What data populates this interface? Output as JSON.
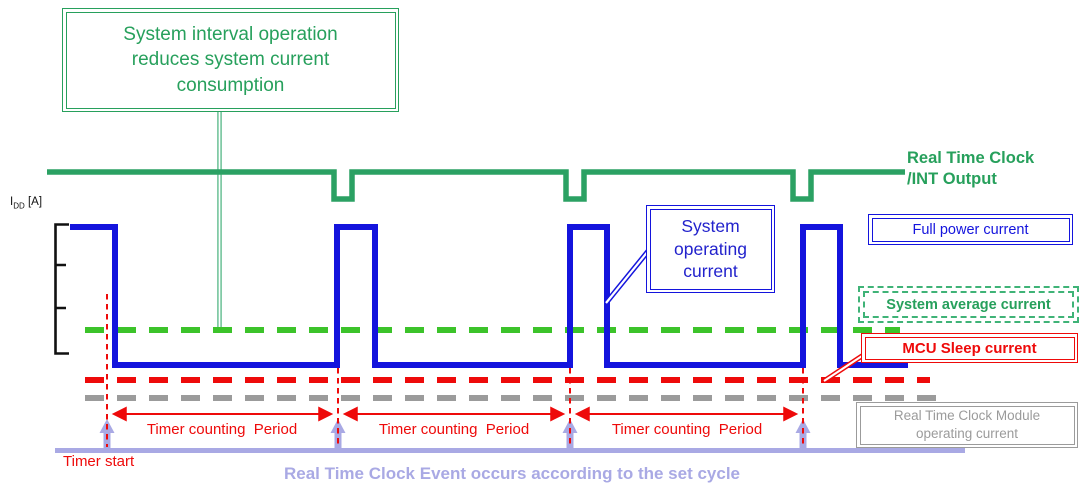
{
  "colors": {
    "rtc_green": "#27a05c",
    "average_green": "#3cc32a",
    "waveform_blue": "#1414dd",
    "alert_red": "#ee0a0a",
    "module_gray": "#9b9b9b",
    "event_lavender": "#a9a9e4"
  },
  "y_axis": {
    "symbol": "I",
    "subscript": "DD",
    "unit": "[A]"
  },
  "callout_interval": {
    "lines": [
      "System interval operation",
      "reduces system current",
      "consumption"
    ]
  },
  "callout_operating": {
    "lines": [
      "System",
      "operating",
      "current"
    ]
  },
  "rtc_output_label": {
    "lines": [
      "Real Time Clock",
      "/INT Output"
    ]
  },
  "legend": {
    "full_power": {
      "label": "Full power current"
    },
    "system_average": {
      "label": "System average current"
    },
    "mcu_sleep": {
      "label": "MCU Sleep current"
    },
    "rtc_module": {
      "lines": [
        "Real Time Clock Module",
        "operating current"
      ]
    }
  },
  "timeline": {
    "timer_start": "Timer start",
    "period_label": "Timer counting  Period",
    "caption": "Real Time Clock Event occurs according to the set cycle"
  }
}
